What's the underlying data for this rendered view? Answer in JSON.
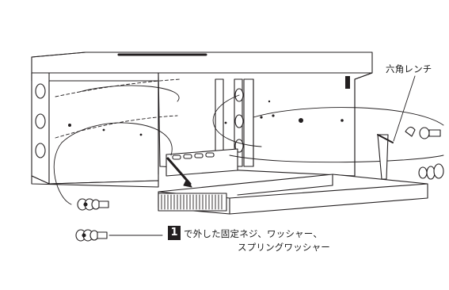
{
  "labels": {
    "tool": "六角レンチ",
    "step_number": "1",
    "caption_line1": "で外した固定ネジ、ワッシャー、",
    "caption_line2": "スプリングワッシャー"
  },
  "colors": {
    "line": "#231f20",
    "fill": "#ffffff",
    "badge": "#231f20"
  }
}
